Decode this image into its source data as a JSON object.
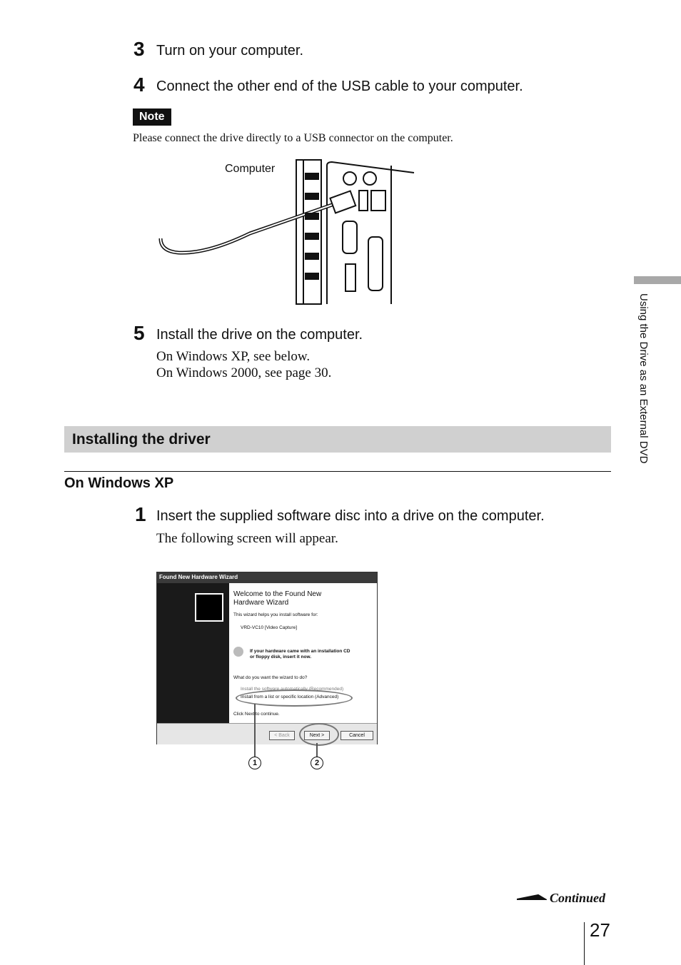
{
  "steps_top": [
    {
      "number": "3",
      "text": "Turn on your computer."
    },
    {
      "number": "4",
      "text": "Connect the other end of the USB cable to your computer."
    }
  ],
  "note": {
    "label": "Note",
    "text": "Please connect the drive directly to a USB connector on the computer."
  },
  "illustration": {
    "label": "Computer"
  },
  "step5": {
    "number": "5",
    "text": "Install the drive on the computer.",
    "lines": [
      "On Windows XP, see below.",
      "On Windows 2000, see page 30."
    ]
  },
  "section": {
    "title": "Installing the driver"
  },
  "subsection": {
    "title": "On Windows XP"
  },
  "step1": {
    "number": "1",
    "text": "Insert the supplied software disc into a drive on the computer.",
    "detail": "The following screen will appear."
  },
  "wizard": {
    "title": "Found New Hardware Wizard",
    "heading": [
      "Welcome to the Found New",
      "Hardware Wizard"
    ],
    "intro": "This wizard helps you install software for:",
    "device": "VRD-VC10 [Video Capture]",
    "cd_text": [
      "If your hardware came with an installation CD",
      "or floppy disk, insert it now."
    ],
    "question": "What do you want the wizard to do?",
    "option1": "Install the software automatically (Recommended)",
    "option2": "Install from a list or specific location (Advanced)",
    "continue": "Click Next to continue.",
    "buttons": {
      "back": "< Back",
      "next": "Next >",
      "cancel": "Cancel"
    },
    "callouts": [
      "1",
      "2"
    ]
  },
  "side_tab": "Using the Drive as an External DVD",
  "footer": {
    "continued": "Continued",
    "page_number": "27"
  }
}
